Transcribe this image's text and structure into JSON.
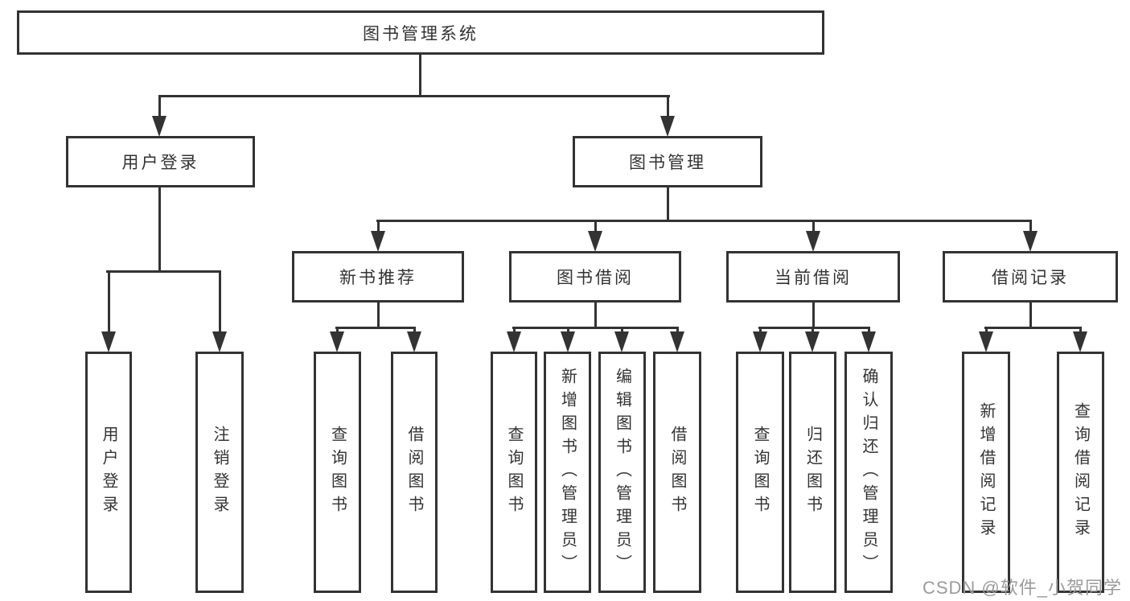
{
  "tree": {
    "label": "图书管理系统",
    "children": [
      {
        "label": "用户登录",
        "children": [
          {
            "label": "用户登录"
          },
          {
            "label": "注销登录"
          }
        ]
      },
      {
        "label": "图书管理",
        "children": [
          {
            "label": "新书推荐",
            "children": [
              {
                "label": "查询图书"
              },
              {
                "label": "借阅图书"
              }
            ]
          },
          {
            "label": "图书借阅",
            "children": [
              {
                "label": "查询图书"
              },
              {
                "label": "新增图书（管理员）"
              },
              {
                "label": "编辑图书（管理员）"
              },
              {
                "label": "借阅图书"
              }
            ]
          },
          {
            "label": "当前借阅",
            "children": [
              {
                "label": "查询图书"
              },
              {
                "label": "归还图书"
              },
              {
                "label": "确认归还（管理员）"
              }
            ]
          },
          {
            "label": "借阅记录",
            "children": [
              {
                "label": "新增借阅记录"
              },
              {
                "label": "查询借阅记录"
              }
            ]
          }
        ]
      }
    ]
  },
  "watermark": {
    "text": "CSDN @软件_小贺同学"
  },
  "colors": {
    "line": "#333333",
    "text": "#333333",
    "box_background": "#ffffff",
    "watermark": "#9b9b9b",
    "page_background": "#ffffff"
  }
}
